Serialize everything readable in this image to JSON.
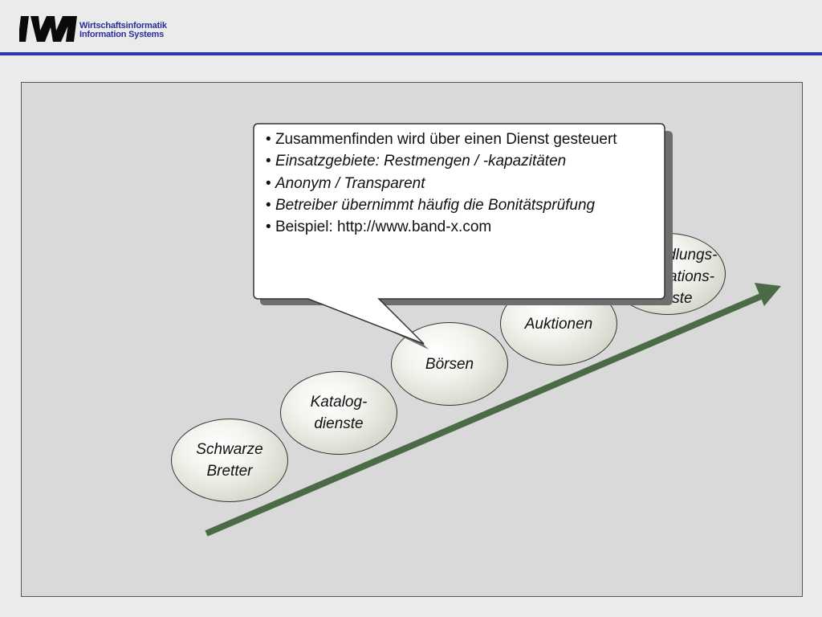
{
  "logo": {
    "line1": "Wirtschaftsinformatik",
    "line2": "Information Systems"
  },
  "ellipses": [
    {
      "label": "Schwarze\nBretter"
    },
    {
      "label": "Katalog-\ndienste"
    },
    {
      "label": "Börsen"
    },
    {
      "label": "Auktionen"
    },
    {
      "label": "Verhandlungs-\n/Informations-\ndienste"
    }
  ],
  "callout": {
    "bullets": [
      {
        "bullet": "•",
        "text": "Zusammenfinden wird über einen Dienst gesteuert",
        "italic": false
      },
      {
        "bullet": "•",
        "text": "Einsatzgebiete: Restmengen / -kapazitäten",
        "italic": true
      },
      {
        "bullet": "•",
        "text": "Anonym / Transparent",
        "italic": true
      },
      {
        "bullet": "•",
        "text": "Betreiber übernimmt häufig die Bonitätsprüfung",
        "italic": true
      },
      {
        "bullet": "•",
        "text": "Beispiel: http://www.band-x.com",
        "italic": false
      }
    ]
  },
  "colors": {
    "accent_rule": "#2c35b5",
    "arrow": "#4a6b45",
    "logo_text": "#2a2f9a"
  }
}
